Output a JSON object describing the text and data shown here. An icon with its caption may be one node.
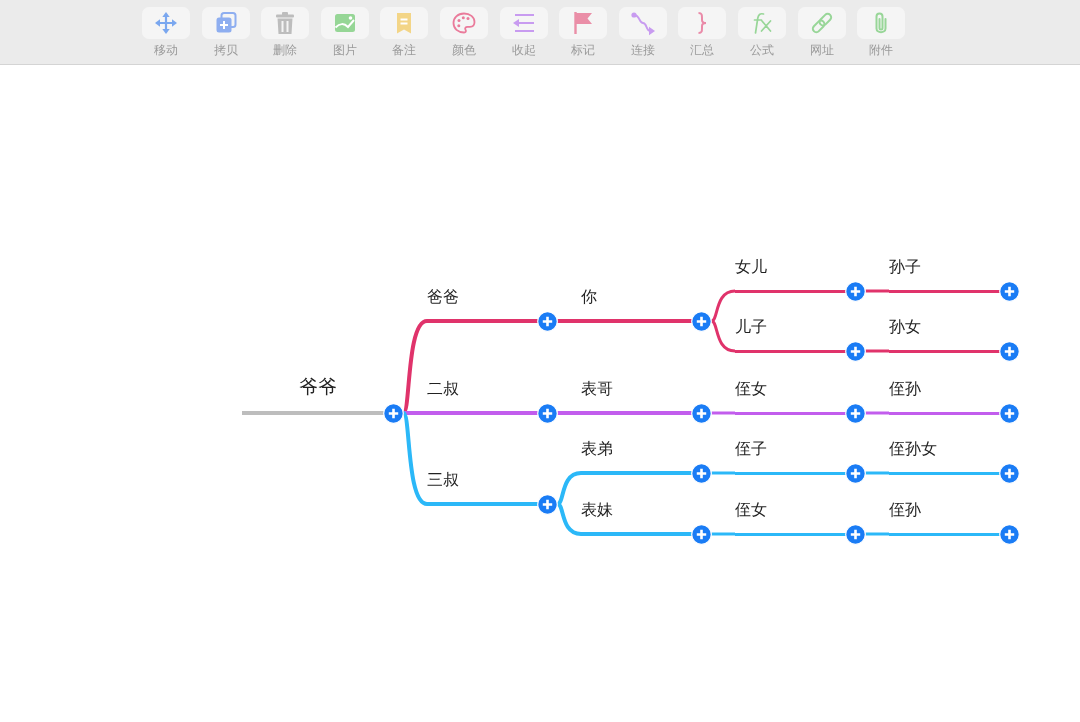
{
  "diagram": {
    "nodes": [
      {
        "text": [
          "爷爷"
        ]
      },
      {
        "text": [
          "爸爸"
        ]
      },
      {
        "text": [
          "你"
        ]
      },
      {
        "text": [
          "女儿"
        ]
      },
      {
        "text": [
          "孙子"
        ]
      },
      {
        "text": [
          "儿子"
        ]
      },
      {
        "text": [
          "孙女"
        ]
      },
      {
        "text": [
          "二叔"
        ]
      },
      {
        "text": [
          "表哥"
        ]
      },
      {
        "text": [
          "侄女"
        ]
      },
      {
        "text": [
          "侄孙"
        ]
      },
      {
        "text": [
          "三叔"
        ]
      },
      {
        "text": [
          "表弟"
        ]
      },
      {
        "text": [
          "侄子"
        ]
      },
      {
        "text": [
          "侄孙女"
        ]
      },
      {
        "text": [
          "表妹"
        ]
      },
      {
        "text": [
          "侄女"
        ]
      },
      {
        "text": [
          "侄孙"
        ]
      }
    ],
    "edges": [
      {
        "from": 0,
        "to": 1,
        "arrow": "none",
        "color": "#e0336b"
      },
      {
        "from": 1,
        "to": 2,
        "arrow": "none",
        "color": "#e0336b"
      },
      {
        "from": 2,
        "to": 3,
        "arrow": "none",
        "color": "#e0336b"
      },
      {
        "from": 3,
        "to": 4,
        "arrow": "none",
        "color": "#e0336b"
      },
      {
        "from": 2,
        "to": 5,
        "arrow": "none",
        "color": "#e0336b"
      },
      {
        "from": 5,
        "to": 6,
        "arrow": "none",
        "color": "#e0336b"
      },
      {
        "from": 0,
        "to": 7,
        "arrow": "none",
        "color": "#c25ded"
      },
      {
        "from": 7,
        "to": 8,
        "arrow": "none",
        "color": "#c25ded"
      },
      {
        "from": 8,
        "to": 9,
        "arrow": "none",
        "color": "#c25ded"
      },
      {
        "from": 9,
        "to": 10,
        "arrow": "none",
        "color": "#c25ded"
      },
      {
        "from": 0,
        "to": 11,
        "arrow": "none"
      },
      {
        "from": 11,
        "to": 12,
        "arrow": "none"
      },
      {
        "from": 12,
        "to": 13,
        "arrow": "none"
      },
      {
        "from": 13,
        "to": 14,
        "arrow": "none"
      },
      {
        "from": 11,
        "to": 15,
        "arrow": "none"
      },
      {
        "from": 15,
        "to": 16,
        "arrow": "none"
      },
      {
        "from": 16,
        "to": 17,
        "arrow": "none"
      }
    ],
    "labels": [
      "移动",
      "拷贝",
      "删除",
      "图片",
      "备注",
      "颜色",
      "收起",
      "标记",
      "连接",
      "汇总",
      "公式",
      "网址",
      "附件"
    ]
  }
}
